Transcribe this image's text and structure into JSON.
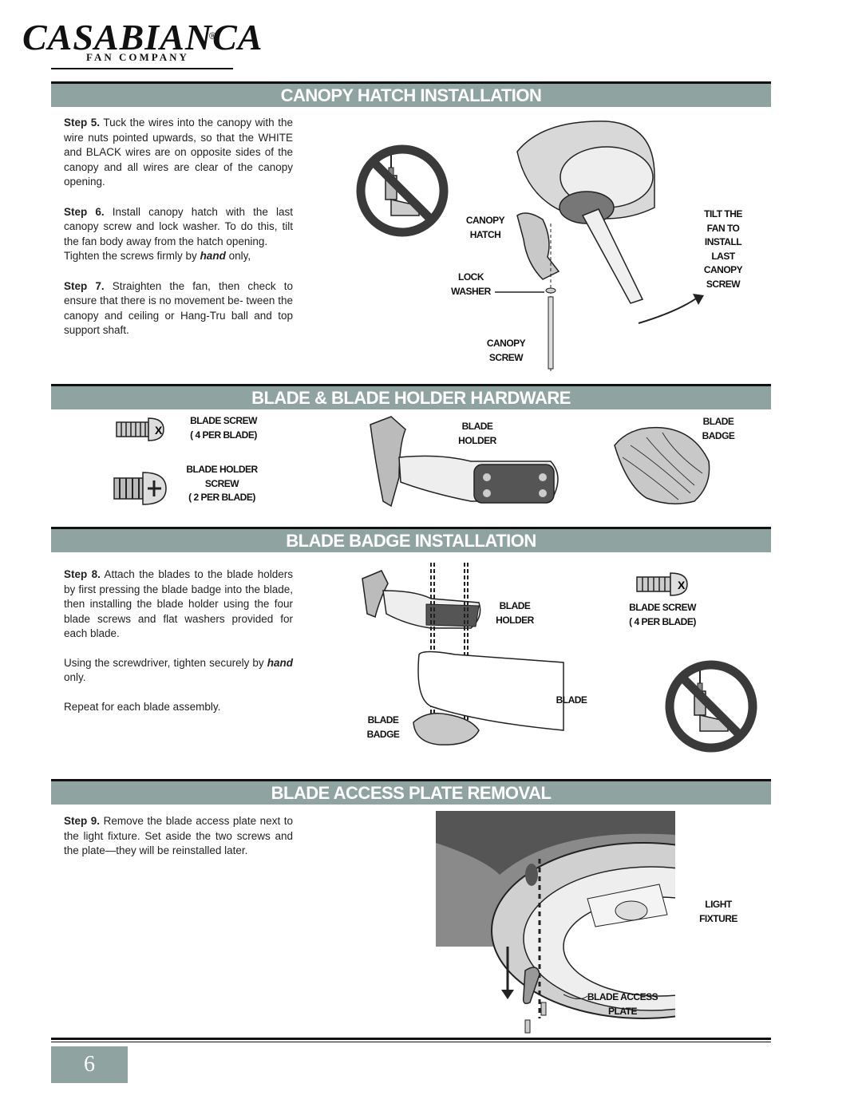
{
  "logo": {
    "brand": "CASABIANCA",
    "registered": "®",
    "tagline": "FAN COMPANY"
  },
  "sections": {
    "canopy_hatch": {
      "title": "CANOPY HATCH INSTALLATION",
      "step5_label": "Step 5.",
      "step5_text": "Tuck the wires into the canopy with the wire nuts pointed upwards, so that the WHITE and BLACK wires are on opposite sides of the canopy and all wires are clear of the canopy opening.",
      "step6_label": "Step 6.",
      "step6_text": "Install canopy hatch with the last canopy screw and lock washer. To do this, tilt the fan body away from the hatch opening.",
      "step6_note_a": "Tighten the screws firmly by ",
      "step6_note_em": "hand",
      "step6_note_b": " only,",
      "step7_label": "Step 7.",
      "step7_text": "Straighten the fan, then check to ensure that there is no movement be- tween the canopy and ceiling or Hang-Tru ball and top support shaft.",
      "labels": {
        "canopy_hatch": [
          "CANOPY",
          "HATCH"
        ],
        "lock_washer": [
          "LOCK",
          "WASHER"
        ],
        "canopy_screw": [
          "CANOPY",
          "SCREW"
        ],
        "tilt": [
          "TILT THE",
          "FAN TO",
          "INSTALL",
          "LAST",
          "CANOPY",
          "SCREW"
        ]
      }
    },
    "hardware": {
      "title": "BLADE & BLADE HOLDER HARDWARE",
      "labels": {
        "blade_screw": [
          "BLADE SCREW",
          "( 4 PER BLADE)"
        ],
        "blade_holder_screw": [
          "BLADE HOLDER",
          "SCREW",
          "( 2 PER BLADE)"
        ],
        "blade_holder": [
          "BLADE",
          "HOLDER"
        ],
        "blade_badge": [
          "BLADE",
          "BADGE"
        ]
      }
    },
    "badge_install": {
      "title": "BLADE BADGE INSTALLATION",
      "step8_label": "Step 8.",
      "step8_text": "Attach the blades to the blade holders by first pressing the blade badge into the blade, then installing the blade holder using the four blade screws and flat washers provided for each blade.",
      "note_a": "Using the screwdriver, tighten securely by ",
      "note_em": "hand",
      "note_b": " only.",
      "repeat": "Repeat for each blade assembly.",
      "labels": {
        "blade_holder": [
          "BLADE",
          "HOLDER"
        ],
        "blade_screw": [
          "BLADE SCREW",
          "( 4 PER BLADE)"
        ],
        "blade": [
          "BLADE"
        ],
        "blade_badge": [
          "BLADE",
          "BADGE"
        ]
      }
    },
    "access_plate": {
      "title": "BLADE ACCESS PLATE REMOVAL",
      "step9_label": "Step 9.",
      "step9_text": "Remove the blade access plate next to the light fixture.  Set aside the two screws and the plate—they will be reinstalled later.",
      "labels": {
        "light_fixture": [
          "LIGHT",
          "FIXTURE"
        ],
        "access_plate": [
          "BLADE ACCESS",
          "PLATE"
        ]
      }
    }
  },
  "page_number": "6",
  "colors": {
    "band": "#8fa3a0",
    "prohibit_red": "#2b2b2b"
  }
}
